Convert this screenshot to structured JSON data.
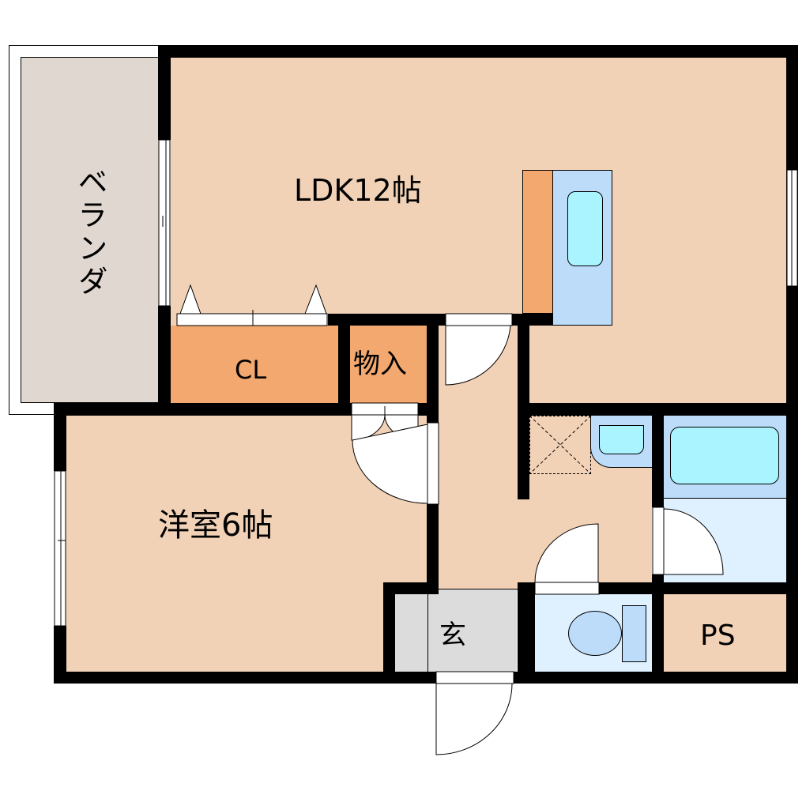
{
  "colors": {
    "wall": "#000000",
    "room_floor": "#f2d2b7",
    "storage": "#f2a86e",
    "balcony": "#e0d8d0",
    "entrance": "#dcdcdc",
    "water_light": "#dff0ff",
    "water_mid": "#bcdcfa",
    "fixture_cyan": "#aaf4ff",
    "opening": "#ffffff"
  },
  "rooms": {
    "balcony": {
      "label": "ベランダ"
    },
    "ldk": {
      "label": "LDK12帖"
    },
    "closet": {
      "label": "CL"
    },
    "storage": {
      "label": "物入"
    },
    "western_room": {
      "label": "洋室6帖"
    },
    "entrance": {
      "label": "玄"
    },
    "pipe_space": {
      "label": "PS"
    }
  }
}
